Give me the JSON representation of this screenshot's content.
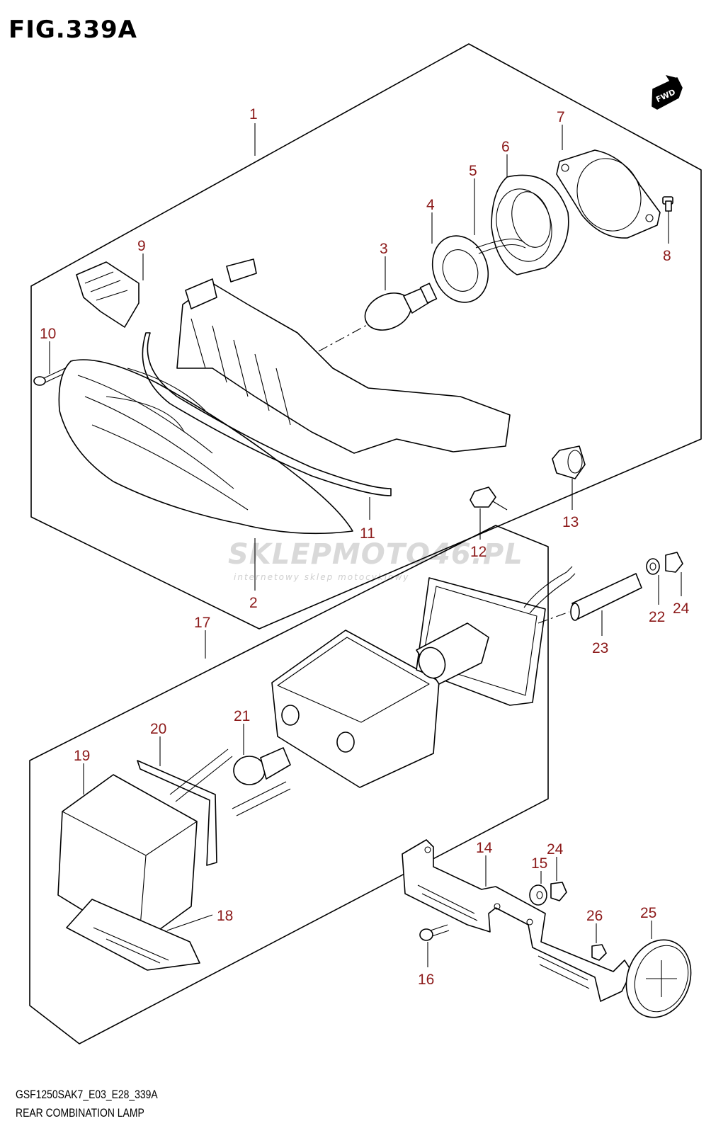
{
  "figure": {
    "title": "FIG.339A",
    "code": "GSF1250SAK7_E03_E28_339A",
    "name": "REAR COMBINATION LAMP"
  },
  "direction_badge": {
    "label": "FWD",
    "icon": "arrow-right-icon"
  },
  "watermark": {
    "text": "SKLEPMOTO46.PL",
    "subtext": "internetowy sklep motocyklowy"
  },
  "callouts": [
    "1",
    "2",
    "3",
    "4",
    "5",
    "6",
    "7",
    "8",
    "9",
    "10",
    "11",
    "12",
    "13",
    "14",
    "15",
    "16",
    "17",
    "18",
    "19",
    "20",
    "21",
    "22",
    "23",
    "24",
    "24",
    "25",
    "26"
  ],
  "colors": {
    "callout": "#8c1a1a",
    "line": "#000000",
    "watermark": "#d9d9d9"
  }
}
